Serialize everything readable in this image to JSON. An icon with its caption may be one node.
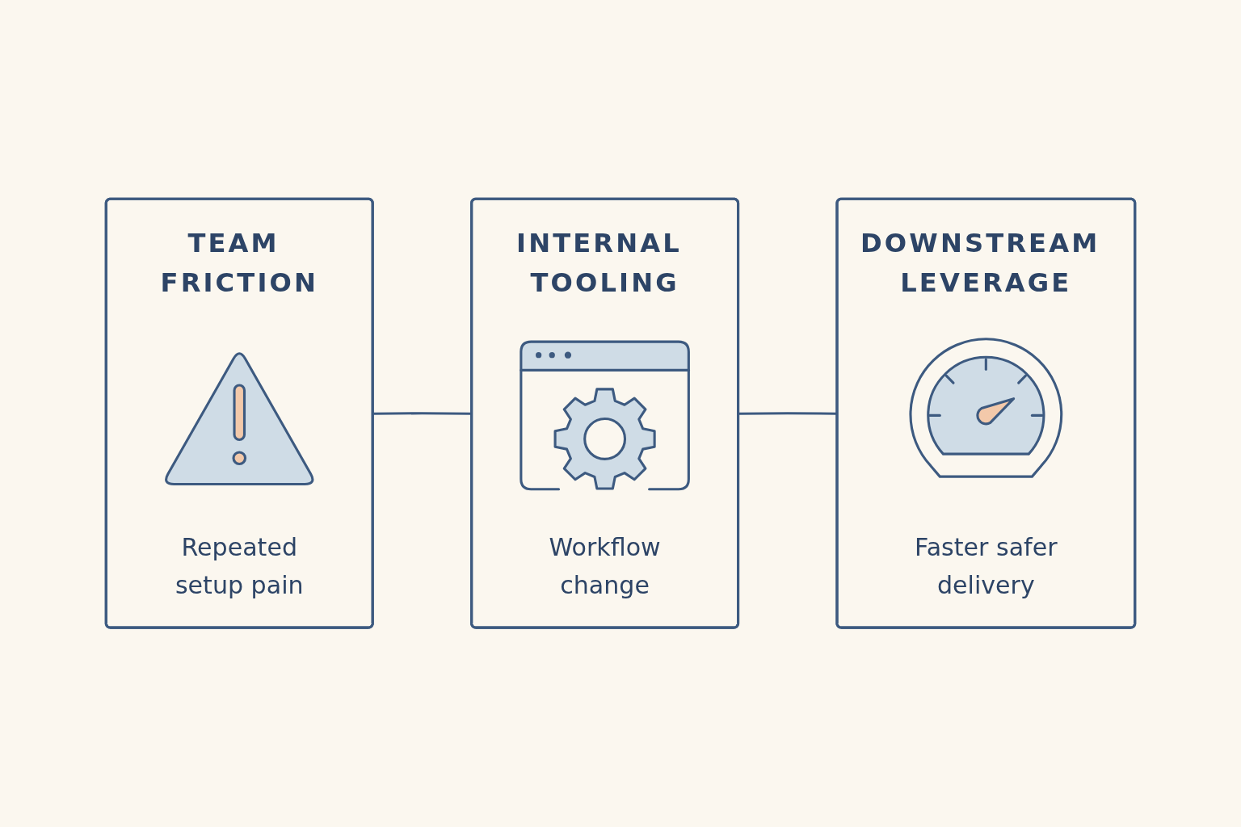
{
  "diagram": {
    "nodes": [
      {
        "text": [
          "TEAM FRICTION",
          "Repeated setup pain"
        ]
      },
      {
        "text": [
          "INTERNAL TOOLING",
          "Workflow change"
        ]
      },
      {
        "text": [
          "DOWNSTREAM LEVERAGE",
          "Faster safer delivery"
        ]
      }
    ],
    "edges": [
      {
        "from": 0,
        "to": 1,
        "arrow": "none"
      },
      {
        "from": 1,
        "to": 2,
        "arrow": "none"
      }
    ]
  }
}
